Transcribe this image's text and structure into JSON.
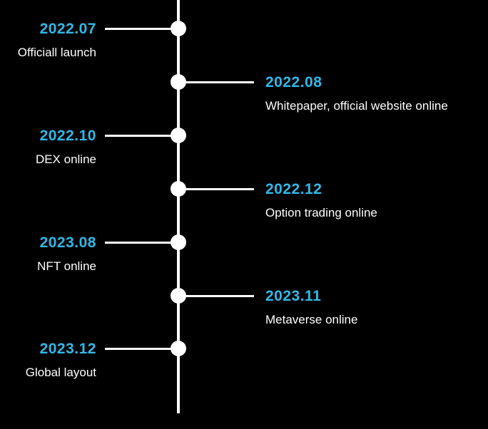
{
  "timeline": {
    "accent_color": "#2fb9e8",
    "axis_color": "#ffffff",
    "background_color": "#000000",
    "items": [
      {
        "date": "2022.07",
        "label": "Officiall launch",
        "side": "left"
      },
      {
        "date": "2022.08",
        "label": "Whitepaper, official website online",
        "side": "right"
      },
      {
        "date": "2022.10",
        "label": "DEX online",
        "side": "left"
      },
      {
        "date": "2022.12",
        "label": "Option trading online",
        "side": "right"
      },
      {
        "date": "2023.08",
        "label": "NFT online",
        "side": "left"
      },
      {
        "date": "2023.11",
        "label": "Metaverse online",
        "side": "right"
      },
      {
        "date": "2023.12",
        "label": "Global layout",
        "side": "left"
      }
    ]
  }
}
